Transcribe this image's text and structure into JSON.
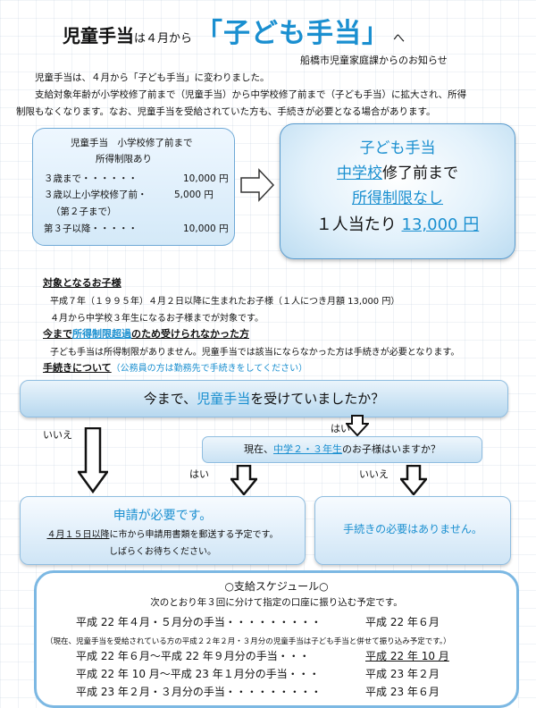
{
  "header": {
    "t1": "児童手当",
    "t2": "は４月から",
    "t3": "「子ども手当」",
    "t4": "へ",
    "notice": "船橋市児童家庭課からのお知らせ"
  },
  "intro": {
    "p1": "児童手当は、４月から「子ども手当」に変わりました。",
    "p2": "支給対象年齢が小学校修了前まで（児童手当）から中学校修了前まで（子ども手当）に拡大され、所得",
    "p2b": "制限もなくなります。なお、児童手当を受給されていた方も、手続きが必要となる場合があります。"
  },
  "old_box": {
    "title": "児童手当　小学校修了前まで",
    "subtitle": "所得制限あり",
    "rows": [
      {
        "label": "３歳まで・・・・・・",
        "value": "10,000 円"
      },
      {
        "label": "３歳以上小学校修了前・",
        "value": "5,000 円"
      },
      {
        "label": "（第２子まで）",
        "value": ""
      },
      {
        "label": "第３子以降・・・・・",
        "value": "10,000 円"
      }
    ]
  },
  "new_box": {
    "line1": "子ども手当",
    "line2_a": "中学校",
    "line2_b": "修了前まで",
    "line3": "所得制限なし",
    "line4_a": "１人当たり",
    "line4_b": "13,000 円"
  },
  "target": {
    "heading": "対象となるお子様",
    "p1": "平成７年（１９９５年）４月２日以降に生まれたお子様（１人につき月額 13,000 円）",
    "p2": "４月から中学校３年生になるお子様までが対象です。"
  },
  "limit": {
    "heading_a": "今まで",
    "heading_b": "所得制限超過",
    "heading_c": "のため受けられなかった方",
    "p1": "子ども手当は所得制限がありません。児童手当では該当にならなかった方は手続きが必要となります。"
  },
  "procedure": {
    "heading": "手続きについて",
    "note": "（公務員の方は勤務先で手続きをしてください）"
  },
  "flow": {
    "q1_a": "今まで、",
    "q1_b": "児童手当",
    "q1_c": "を受けていましたか？",
    "no1": "いいえ",
    "yes1": "はい",
    "q2_a": "現在、",
    "q2_b": "中学２・３年生",
    "q2_c": "のお子様はいますか？",
    "yes2": "はい",
    "no2": "いいえ"
  },
  "result_apply": {
    "title": "申請が必要です。",
    "line1_a": "４月１５日以降",
    "line1_b": "に市から申請用書類を郵送する予定です。",
    "line2": "しばらくお待ちください。"
  },
  "result_none": {
    "title": "手続きの必要はありません。"
  },
  "schedule": {
    "title": "○支給スケジュール○",
    "desc": "次のとおり年３回に分けて指定の口座に振り込む予定です。",
    "note": "（現在、児童手当を受給されている方の平成２２年２月・３月分の児童手当は子ども手当と併せて振り込み予定です。）",
    "rows": [
      {
        "period": "平成 22 年４月・５月分の手当・・・・・・・・・",
        "pay": "平成 22 年６月"
      },
      {
        "period": "平成 22 年６月～平成 22 年９月分の手当・・・",
        "pay": "平成 22 年 10 月"
      },
      {
        "period": "平成 22 年 10 月～平成 23 年１月分の手当・・・",
        "pay": "平成 23 年２月"
      },
      {
        "period": "平成 23 年２月・３月分の手当・・・・・・・・・",
        "pay": "平成 23 年６月"
      }
    ]
  },
  "colors": {
    "accent": "#1a8fd0",
    "box_border": "#8fbde0"
  }
}
